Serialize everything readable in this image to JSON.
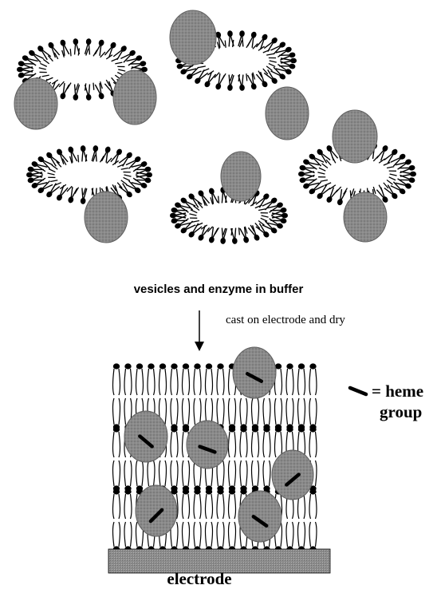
{
  "caption": "vesicles and enzyme in buffer",
  "step_label": "cast on electrode and dry",
  "legend": {
    "line1": "= heme",
    "line2": "group"
  },
  "electrode_label": "electrode",
  "colors": {
    "enzyme_fill": "#8a8a8a",
    "enzyme_stroke": "#5e5e5e",
    "lipid": "#000000",
    "electrode_fill": "#8c8c8c",
    "background": "#ffffff"
  }
}
